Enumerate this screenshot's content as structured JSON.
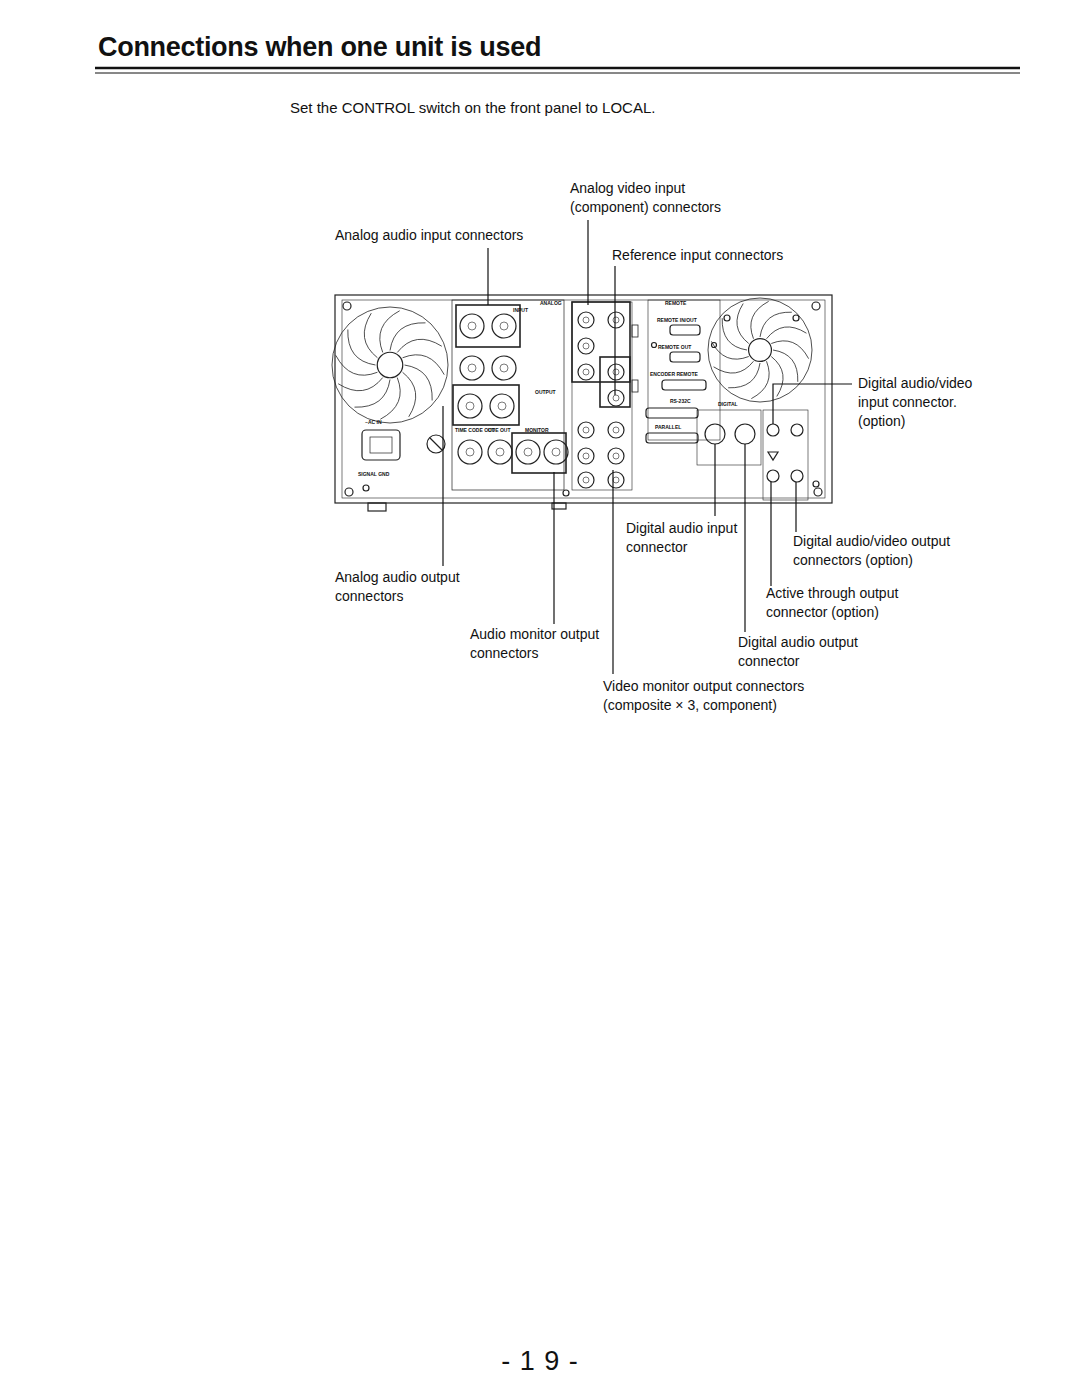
{
  "diagram": {
    "title": "Connections when one unit is used",
    "labels": [
      "Set the CONTROL switch on the front panel to LOCAL.",
      "Analog video input (component) connectors",
      "Analog audio input connectors",
      "Reference input connectors",
      "Digital audio/video input connector. (option)",
      "Digital audio input connector",
      "Digital audio/video output connectors (option)",
      "Analog audio output connectors",
      "Active through output connector (option)",
      "Audio monitor output connectors",
      "Digital audio output connector",
      "Video monitor output connectors (composite × 3, component)",
      "- 1 9 -",
      "ANALOG",
      "INPUT",
      "OUTPUT",
      "REMOTE",
      "REMOTE IN/OUT",
      "REMOTE OUT",
      "ENCODER REMOTE",
      "RS-232C",
      "PARALLEL",
      "DIGITAL",
      "~AC IN",
      "SIGNAL GND",
      "TIME CODE OUT",
      "CUE OUT",
      "MONITOR"
    ]
  }
}
